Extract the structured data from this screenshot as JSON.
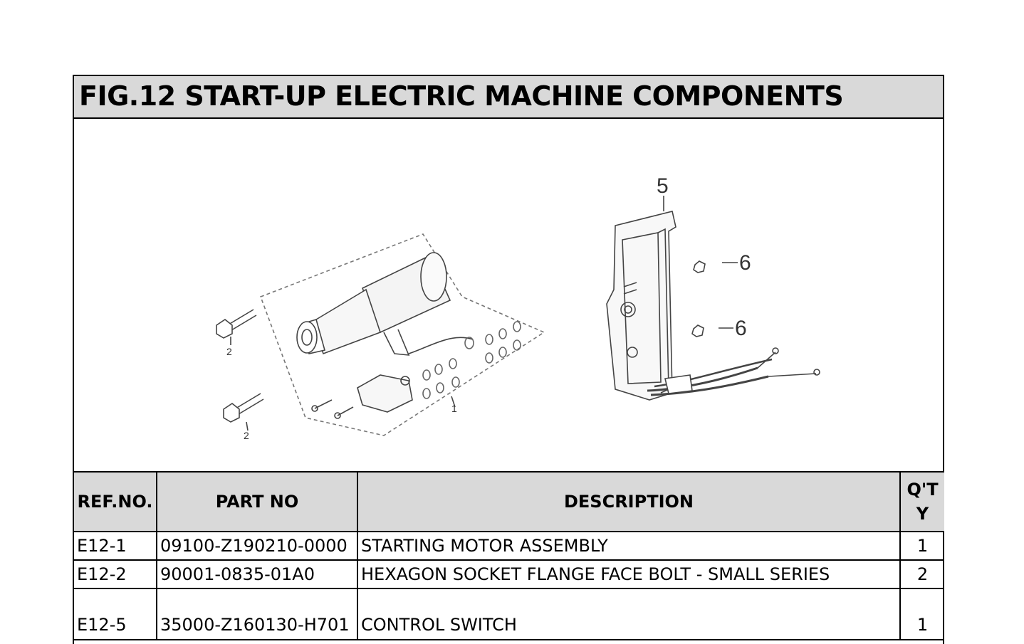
{
  "title": "FIG.12 START-UP ELECTRIC MACHINE COMPONENTS",
  "callouts": {
    "c1": "1",
    "c2a": "2",
    "c2b": "2",
    "c5": "5",
    "c6a": "6",
    "c6b": "6"
  },
  "columns": {
    "ref": "REF.NO.",
    "part": "PART NO",
    "desc": "DESCRIPTION",
    "qty": "Q'T Y"
  },
  "rows": [
    {
      "ref": "E12-1",
      "part": "09100-Z190210-0000",
      "desc": "STARTING MOTOR ASSEMBLY",
      "qty": "1"
    },
    {
      "ref": "E12-2",
      "part": "90001-0835-01A0",
      "desc": "HEXAGON SOCKET FLANGE FACE BOLT - SMALL SERIES",
      "qty": "2"
    },
    {
      "ref": "E12-5",
      "part": "35000-Z160130-H701",
      "desc": "CONTROL SWITCH",
      "qty": "1"
    }
  ]
}
